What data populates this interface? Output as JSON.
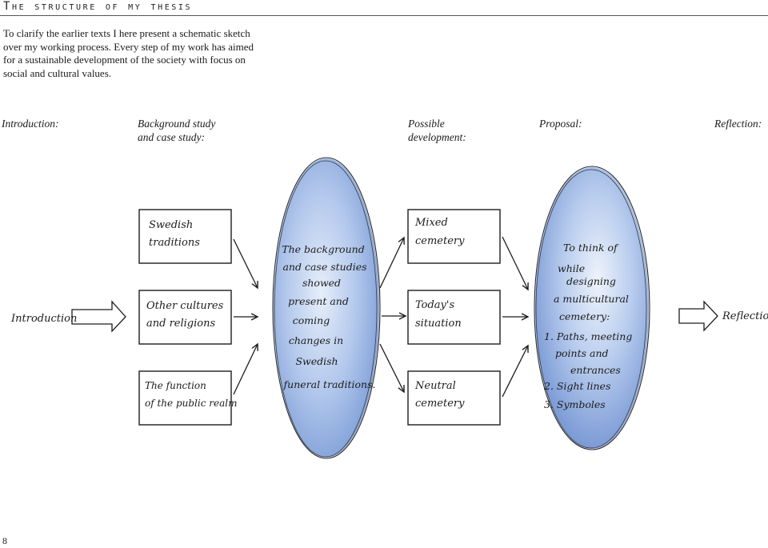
{
  "page": {
    "heading": "The structure of my thesis",
    "intro": "To clarify the earlier texts I here present a schematic sketch over my working process. Every step of my work has aimed for a sustainable development of the society with focus on social and cultural values.",
    "page_number": "8"
  },
  "columns": {
    "introduction": "Introduction:",
    "background": "Background study\nand case study:",
    "possible": "Possible\ndevelopment:",
    "proposal": "Proposal:",
    "reflection": "Reflection:"
  },
  "sketch": {
    "start_label": "Introduction",
    "end_label": "Reflection",
    "background_boxes": [
      [
        "Swedish",
        "traditions"
      ],
      [
        "Other cultures",
        "and religions"
      ],
      [
        "The function",
        "of the public realm"
      ]
    ],
    "background_oval": [
      "The background",
      "and case studies",
      "showed",
      "present and",
      "coming",
      "changes in",
      "Swedish",
      "funeral traditions."
    ],
    "development_boxes": [
      [
        "Mixed",
        "cemetery"
      ],
      [
        "Today's",
        "situation"
      ],
      [
        "Neutral",
        "cemetery"
      ]
    ],
    "proposal_oval": [
      "To think of",
      "while",
      "designing",
      "a multicultural",
      "cemetery:",
      "1. Paths, meeting",
      "points and",
      "entrances",
      "2. Sight lines",
      "3. Symboles"
    ],
    "colors": {
      "wash_light": "#e6eefa",
      "wash_mid": "#b3c8ec",
      "wash_deep": "#7f9fd8",
      "ink": "#1c1c1c"
    }
  }
}
